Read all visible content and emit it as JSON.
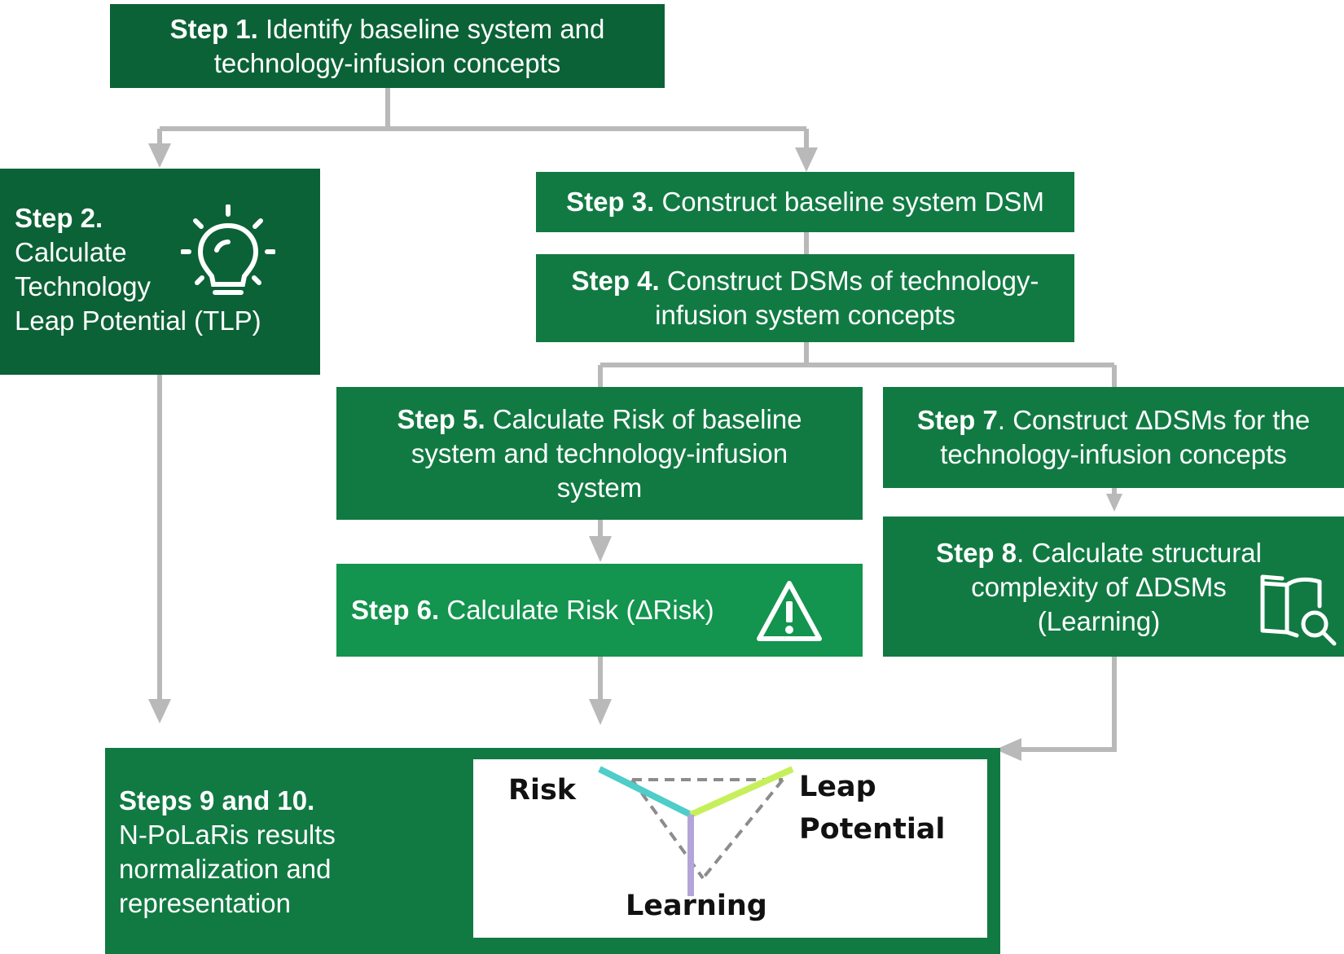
{
  "steps": {
    "s1": {
      "label": "Step 1.",
      "text": "Identify baseline system and technology-infusion concepts"
    },
    "s2": {
      "label": "Step 2.",
      "text_l1": "Calculate",
      "text_l2": "Technology",
      "text_l3": "Leap Potential (TLP)"
    },
    "s3": {
      "label": "Step 3.",
      "text": "Construct baseline system DSM"
    },
    "s4": {
      "label": "Step 4.",
      "text": "Construct DSMs of technology-infusion system concepts"
    },
    "s5": {
      "label": "Step 5.",
      "text": "Calculate Risk of baseline system and technology-infusion system"
    },
    "s6": {
      "label": "Step 6.",
      "text": "Calculate Risk (ΔRisk)"
    },
    "s7": {
      "label": "Step 7",
      "text": ". Construct ΔDSMs for the technology-infusion concepts"
    },
    "s8": {
      "label": "Step 8",
      "text": ". Calculate structural complexity of ΔDSMs (Learning)"
    },
    "s910": {
      "label": "Steps 9 and 10.",
      "text": "N-PoLaRis results normalization and representation"
    }
  },
  "triangle": {
    "risk": "Risk",
    "leap_l1": "Leap",
    "leap_l2": "Potential",
    "learning": "Learning"
  },
  "icons": {
    "step2": "lightbulb-icon",
    "step6": "warning-triangle-icon",
    "step8": "book-search-icon"
  },
  "colors": {
    "dark_green": "#0b6236",
    "mid_green": "#117a43",
    "light_green": "#13944f",
    "connector": "#b9b9b9",
    "risk_line": "#4fcdc8",
    "leap_line": "#c6f05b",
    "learning_line": "#b3a5d9"
  }
}
